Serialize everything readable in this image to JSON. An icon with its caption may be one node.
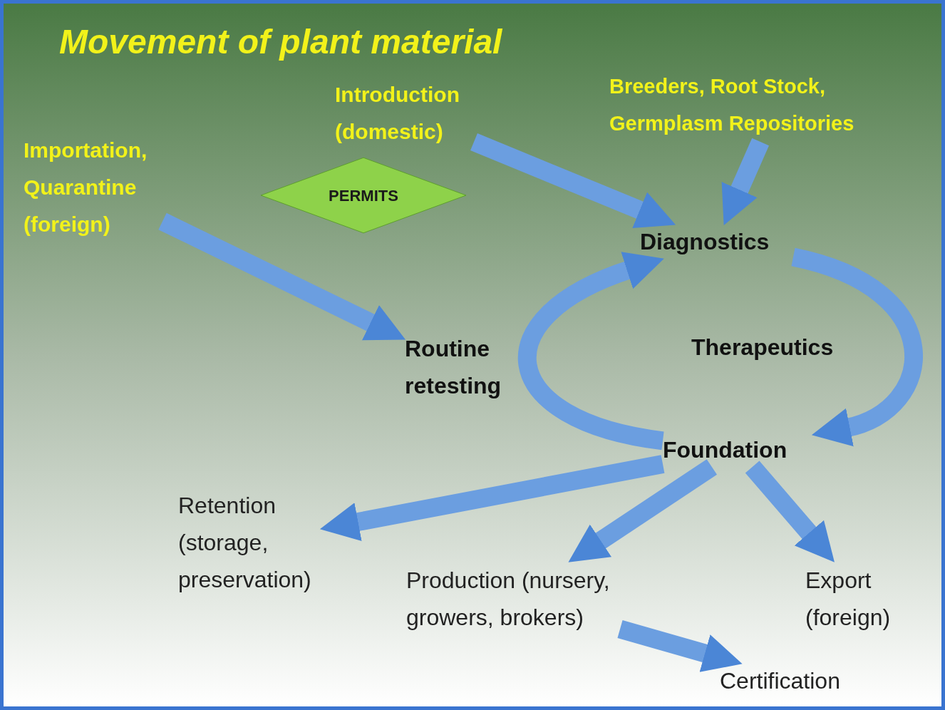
{
  "diagram": {
    "title": "Movement of plant material",
    "nodes": [
      {
        "text": [
          "Importation, Quarantine (foreign)"
        ]
      },
      {
        "text": [
          "Introduction (domestic)"
        ]
      },
      {
        "text": [
          "Breeders, Root Stock, Germplasm Repositories"
        ]
      },
      {
        "text": [
          "PERMITS"
        ]
      },
      {
        "text": [
          "Diagnostics"
        ]
      },
      {
        "text": [
          "Routine retesting"
        ]
      },
      {
        "text": [
          "Therapeutics"
        ]
      },
      {
        "text": [
          "Foundation"
        ]
      },
      {
        "text": [
          "Retention (storage, preservation)"
        ]
      },
      {
        "text": [
          "Production (nursery, growers, brokers)"
        ]
      },
      {
        "text": [
          "Export (foreign)"
        ]
      },
      {
        "text": [
          "Certification"
        ]
      }
    ],
    "edges": [
      {
        "from": 0,
        "to": 5,
        "arrow": "to"
      },
      {
        "from": 1,
        "to": 4,
        "arrow": "to"
      },
      {
        "from": 2,
        "to": 4,
        "arrow": "to"
      },
      {
        "from": 7,
        "to": 4,
        "arrow": "to"
      },
      {
        "from": 4,
        "to": 7,
        "arrow": "to"
      },
      {
        "from": 7,
        "to": 8,
        "arrow": "to"
      },
      {
        "from": 7,
        "to": 9,
        "arrow": "to"
      },
      {
        "from": 7,
        "to": 10,
        "arrow": "to"
      },
      {
        "from": 9,
        "to": 11,
        "arrow": "to"
      }
    ]
  }
}
